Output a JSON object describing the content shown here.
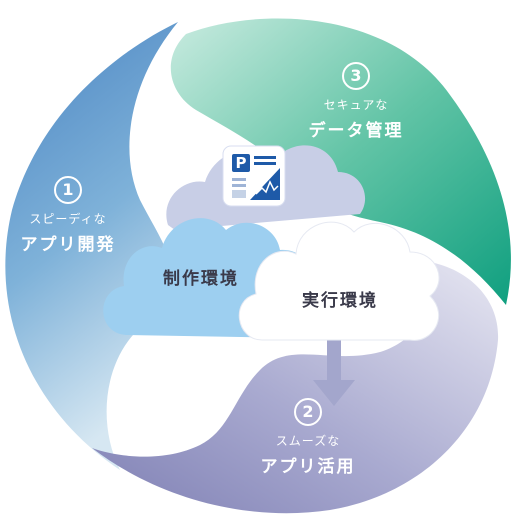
{
  "colors": {
    "blue_segment": "#4b86c3",
    "green_segment": "#20ab8c",
    "purple_segment": "#8e8fbd",
    "cloud_back": "#c9cfe6",
    "cloud_dev": "#9ed0ee",
    "cloud_run": "#ffffff",
    "arrow": "#a3a6cc",
    "text_dark": "#3a3a4a"
  },
  "segments": [
    {
      "number": "1",
      "subtitle": "スピーディな",
      "title": "アプリ開発"
    },
    {
      "number": "2",
      "subtitle": "スムーズな",
      "title": "アプリ活用"
    },
    {
      "number": "3",
      "subtitle": "セキュアな",
      "title": "データ管理"
    }
  ],
  "clouds": {
    "dev": "制作環境",
    "run": "実行環境"
  },
  "app_icon": "pdf-doc-icon"
}
